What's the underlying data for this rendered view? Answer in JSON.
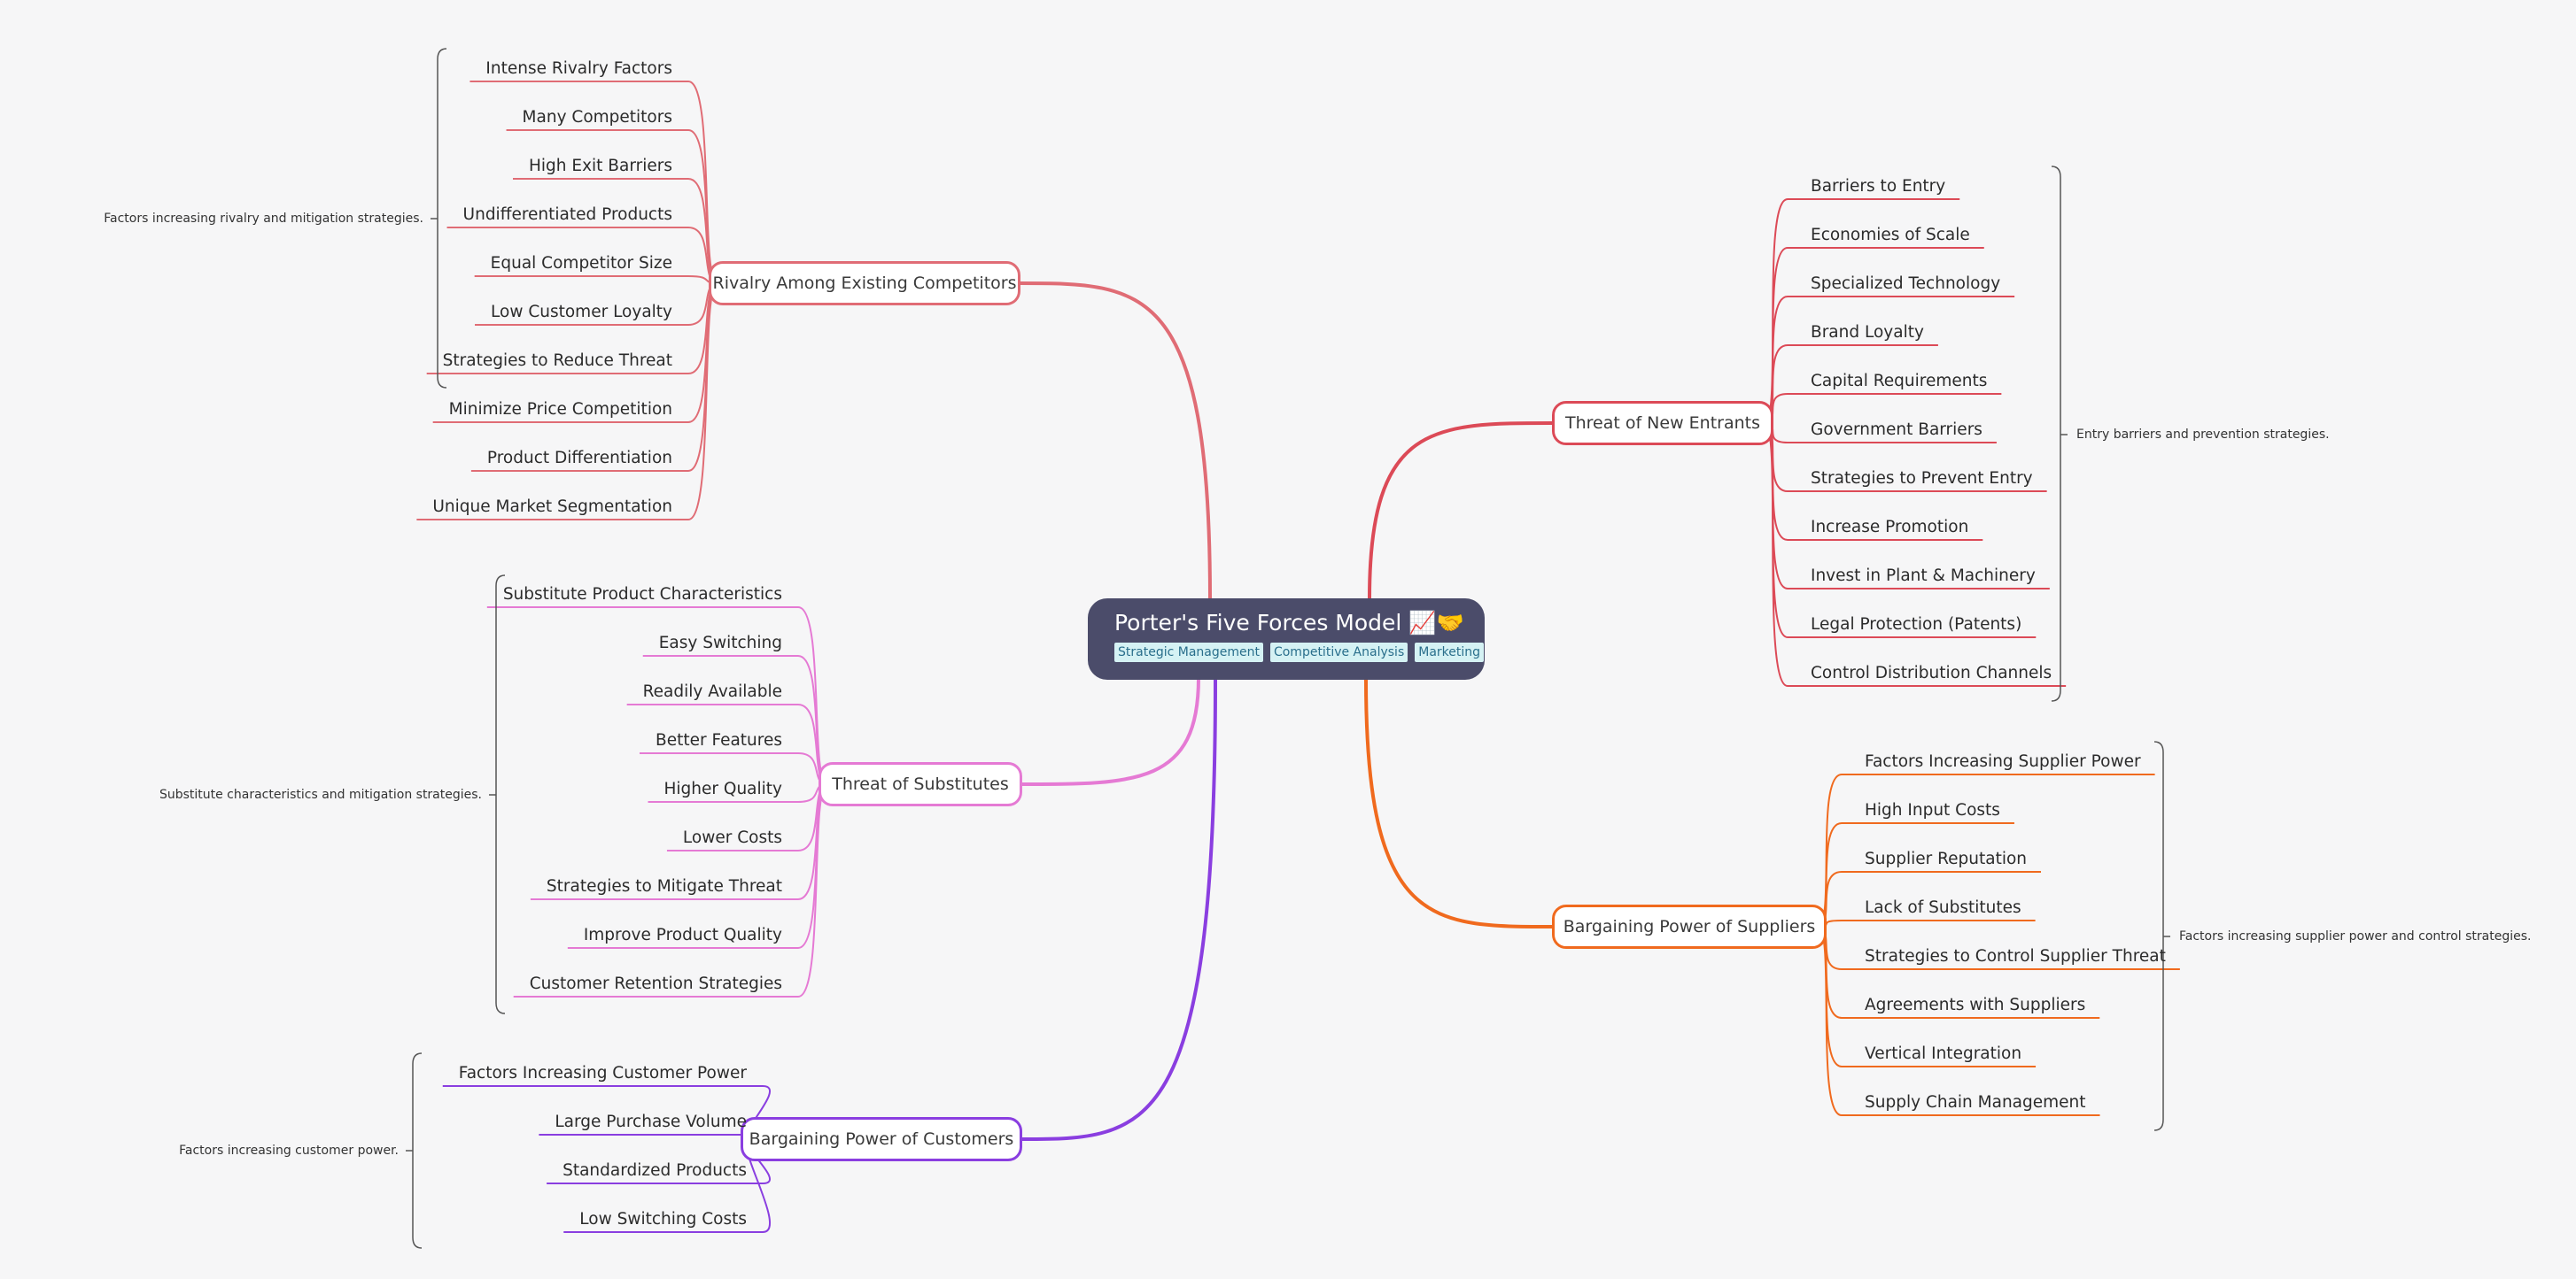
{
  "root": {
    "title": "Porter's Five Forces Model 📈🤝",
    "tags": [
      "Strategic Management",
      "Competitive Analysis",
      "Marketing"
    ]
  },
  "colors": {
    "rivalry": "#e06c75",
    "substitutes": "#e57ad4",
    "customers": "#8a3ee0",
    "new_entrants": "#dc4a57",
    "suppliers": "#f06a1e"
  },
  "branches": {
    "rivalry": {
      "label": "Rivalry Among Existing Competitors",
      "note": "Factors increasing rivalry and mitigation strategies.",
      "items": [
        "Intense Rivalry Factors",
        "Many Competitors",
        "High Exit Barriers",
        "Undifferentiated Products",
        "Equal Competitor Size",
        "Low Customer Loyalty",
        "Strategies to Reduce Threat",
        "Minimize Price Competition",
        "Product Differentiation",
        "Unique Market Segmentation"
      ]
    },
    "substitutes": {
      "label": "Threat of Substitutes",
      "note": "Substitute characteristics and mitigation strategies.",
      "items": [
        "Substitute Product Characteristics",
        "Easy Switching",
        "Readily Available",
        "Better Features",
        "Higher Quality",
        "Lower Costs",
        "Strategies to Mitigate Threat",
        "Improve Product Quality",
        "Customer Retention Strategies"
      ]
    },
    "customers": {
      "label": "Bargaining Power of Customers",
      "note": "Factors increasing customer power.",
      "items": [
        "Factors Increasing Customer Power",
        "Large Purchase Volume",
        "Standardized Products",
        "Low Switching Costs"
      ]
    },
    "new_entrants": {
      "label": "Threat of New Entrants",
      "note": "Entry barriers and prevention strategies.",
      "items": [
        "Barriers to Entry",
        "Economies of Scale",
        "Specialized Technology",
        "Brand Loyalty",
        "Capital Requirements",
        "Government Barriers",
        "Strategies to Prevent Entry",
        "Increase Promotion",
        "Invest in Plant & Machinery",
        "Legal Protection (Patents)",
        "Control Distribution Channels"
      ]
    },
    "suppliers": {
      "label": "Bargaining Power of Suppliers",
      "note": "Factors increasing supplier power and control strategies.",
      "items": [
        "Factors Increasing Supplier Power",
        "High Input Costs",
        "Supplier Reputation",
        "Lack of Substitutes",
        "Strategies to Control Supplier Threat",
        "Agreements with Suppliers",
        "Vertical Integration",
        "Supply Chain Management"
      ]
    }
  }
}
